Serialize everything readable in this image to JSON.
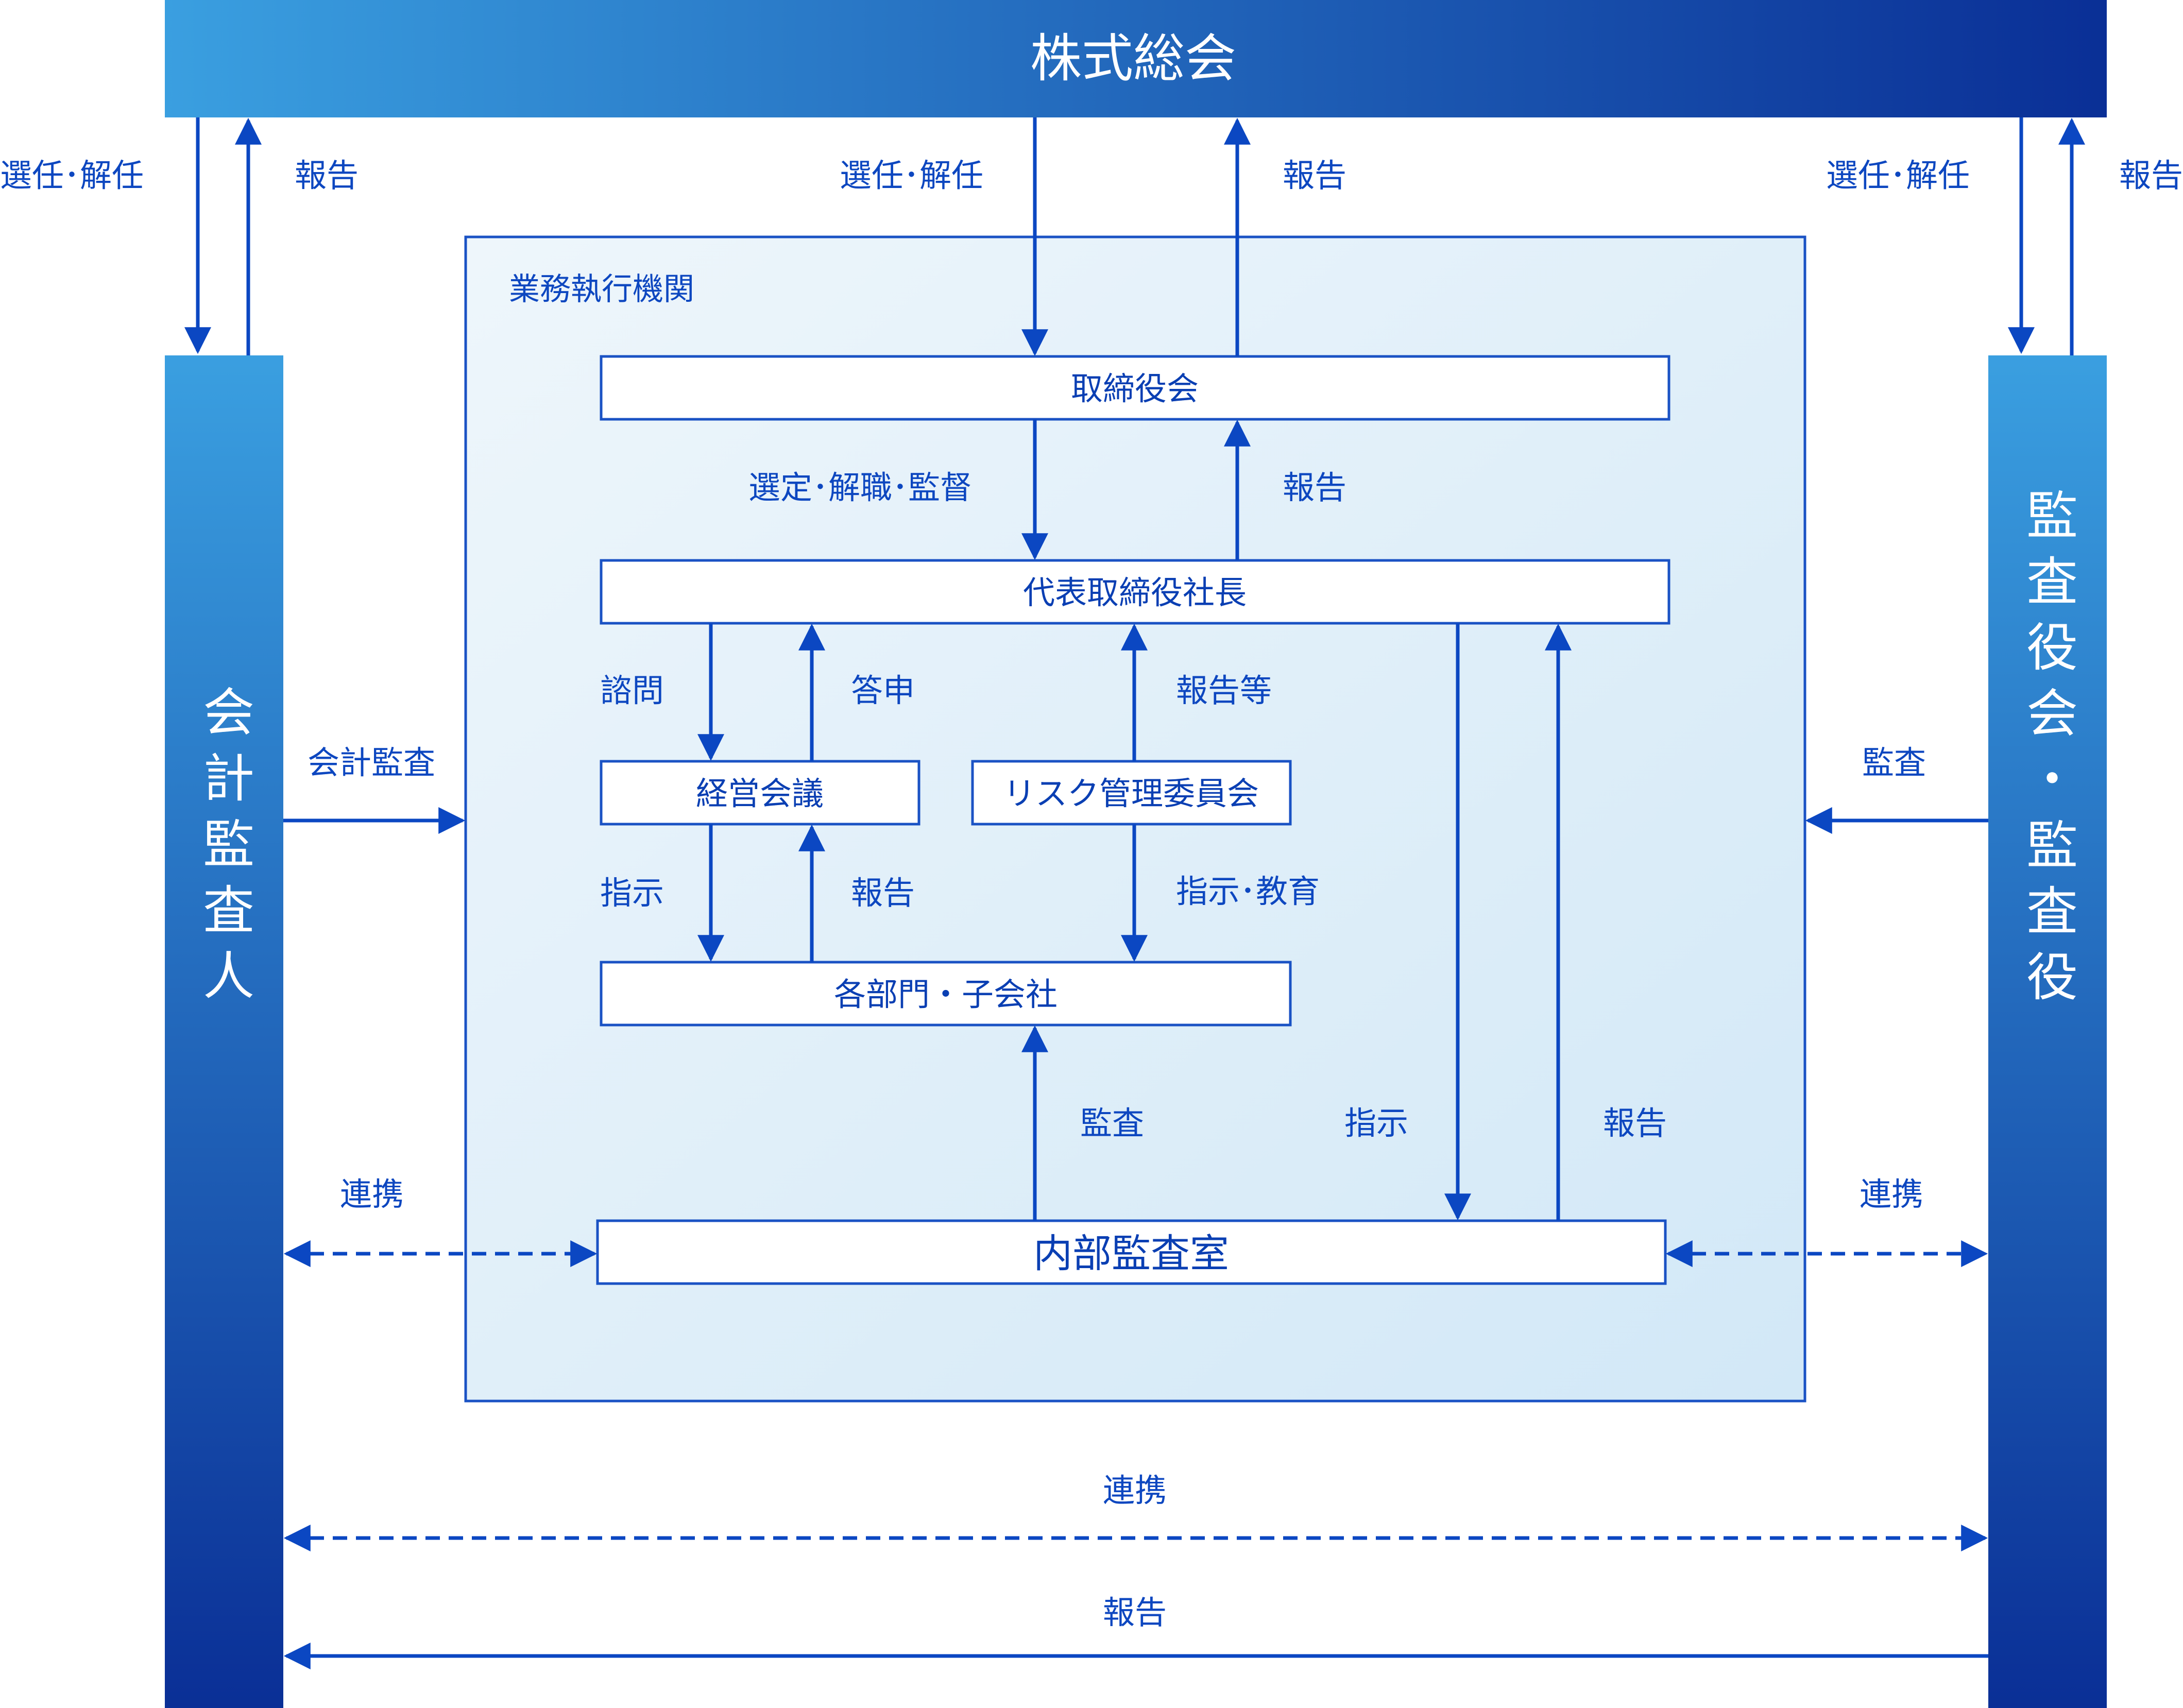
{
  "title": "株式総会",
  "left_bar": "会計監査人",
  "right_bar": "監査役会・監査役",
  "exec_region": "業務執行機関",
  "boxes": {
    "board": "取締役会",
    "president": "代表取締役社長",
    "mgmt_meeting": "経営会議",
    "risk_committee": "リスク管理委員会",
    "divisions": "各部門・子会社",
    "internal_audit": "内部監査室"
  },
  "labels": {
    "left_appoint": "選任･解任",
    "left_report": "報告",
    "center_appoint": "選任･解任",
    "center_report": "報告",
    "right_appoint": "選任･解任",
    "right_report": "報告",
    "board_select": "選定･解職･監督",
    "board_report": "報告",
    "consult": "諮問",
    "answer": "答申",
    "risk_report": "報告等",
    "accounting_audit": "会計監査",
    "audit": "監査",
    "instruct": "指示",
    "mgmt_report": "報告",
    "instruct_educate": "指示･教育",
    "ia_audit": "監査",
    "ia_instruct": "指示",
    "ia_report": "報告",
    "left_coop": "連携",
    "right_coop": "連携",
    "bottom_coop": "連携",
    "bottom_report": "報告"
  },
  "colors": {
    "bar_light": "#3a9fe0",
    "bar_dark": "#0a2f96",
    "line": "#0b47c2",
    "text": "#0d47c0",
    "region_light": "#eef6fb",
    "region_dark": "#d2e8f7"
  }
}
